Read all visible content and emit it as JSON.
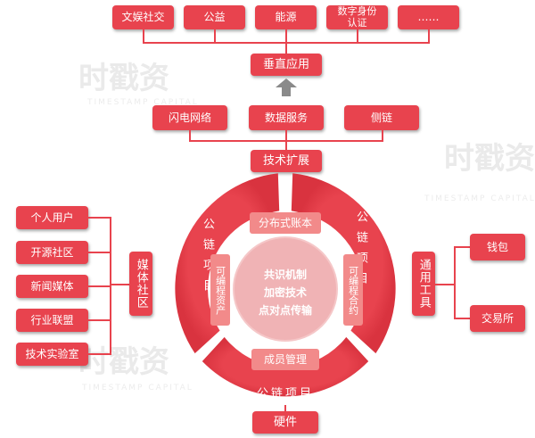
{
  "vertical_apps": {
    "items": [
      "文娱社交",
      "公益",
      "能源",
      "数字身份\n认证",
      "……"
    ],
    "title": "垂直应用"
  },
  "tech_extension": {
    "items": [
      "闪电网络",
      "数据服务",
      "侧链"
    ],
    "title": "技术扩展"
  },
  "media_community": {
    "title": "媒体社区",
    "items": [
      "个人用户",
      "开源社区",
      "新闻媒体",
      "行业联盟",
      "技术实验室"
    ]
  },
  "general_tools": {
    "title": "通用工具",
    "items": [
      "钱包",
      "交易所"
    ]
  },
  "ring": {
    "left_label": "公链项目",
    "right_label": "公链项目",
    "bottom_label": "公链项目",
    "top_tab": "分布式账本",
    "left_tab": "可编程资产",
    "right_tab": "可编程合约",
    "bottom_tab": "成员管理",
    "center_lines": [
      "共识机制",
      "加密技术",
      "点对点传输"
    ]
  },
  "hardware": {
    "label": "硬件"
  },
  "watermark": {
    "text": "时戳资",
    "sub": "TIMESTAMP CAPITAL"
  },
  "colors": {
    "primary": "#e8434e",
    "inner_tab": "#f28a8a",
    "center": "#f0b3b5"
  }
}
